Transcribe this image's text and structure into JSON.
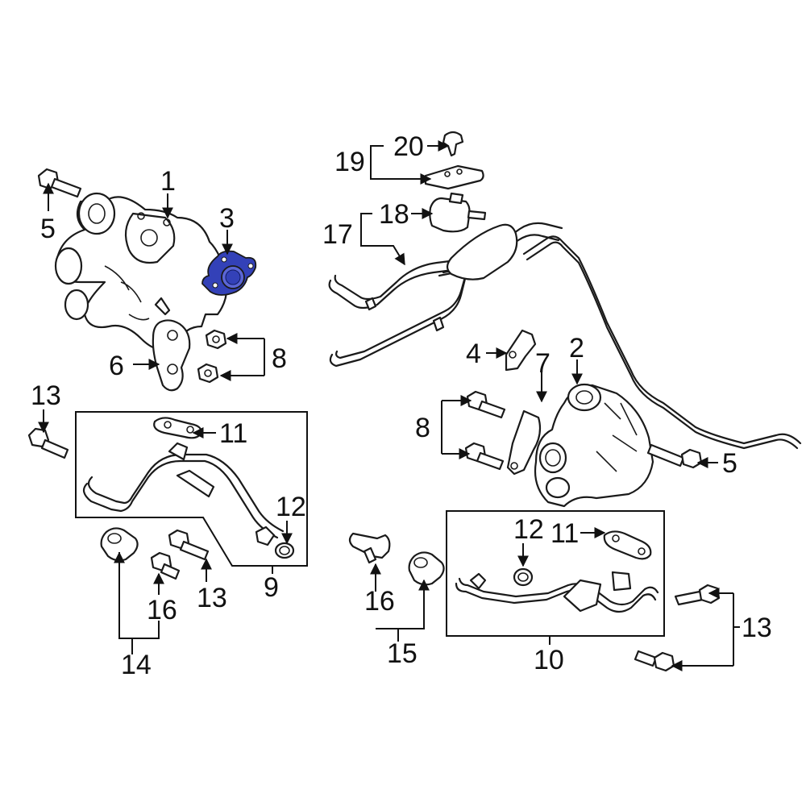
{
  "callouts": {
    "c1": "1",
    "c2": "2",
    "c3": "3",
    "c4": "4",
    "c5a": "5",
    "c5b": "5",
    "c6": "6",
    "c7": "7",
    "c8a": "8",
    "c8b": "8",
    "c9": "9",
    "c10": "10",
    "c11a": "11",
    "c11b": "11",
    "c12a": "12",
    "c12b": "12",
    "c13a": "13",
    "c13b": "13",
    "c13c": "13",
    "c14": "14",
    "c15": "15",
    "c16a": "16",
    "c16b": "16",
    "c17": "17",
    "c18": "18",
    "c19": "19",
    "c20": "20"
  },
  "colors": {
    "highlight": "#3341b8",
    "line": "#1a1a1a",
    "background": "#ffffff"
  },
  "highlighted_part": "3"
}
